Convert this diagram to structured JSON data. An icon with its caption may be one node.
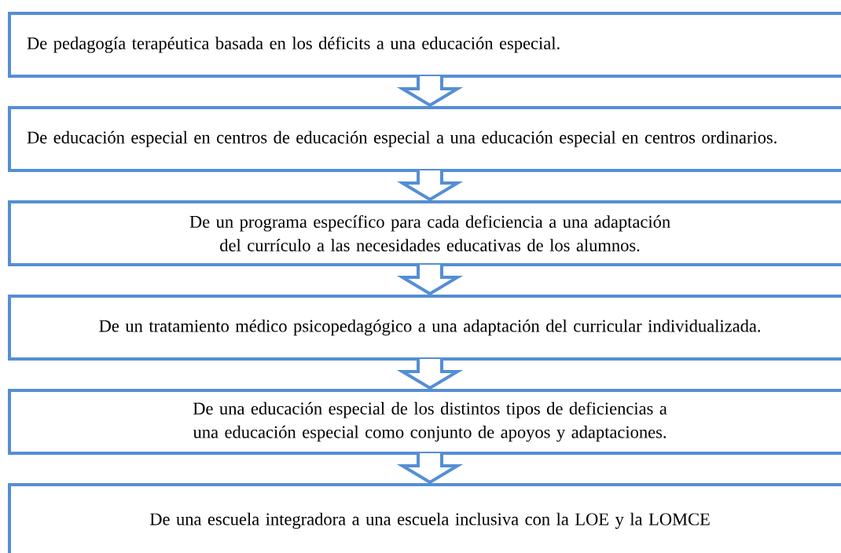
{
  "diagram": {
    "nodes": [
      {
        "text": [
          "De pedagogía terapéutica basada en los déficits a una educación especial."
        ]
      },
      {
        "text": [
          "De educación especial en centros de educación especial a una educación especial en centros ordinarios."
        ]
      },
      {
        "text": [
          "De un programa específico para cada deficiencia a una adaptación del currículo a las necesidades educativas de los alumnos."
        ]
      },
      {
        "text": [
          "De un tratamiento médico psicopedagógico a una adaptación del curricular individualizada."
        ]
      },
      {
        "text": [
          "De una educación especial de los distintos tipos de deficiencias a una educación especial como conjunto de apoyos y adaptaciones."
        ]
      },
      {
        "text": [
          "De una escuela integradora a una escuela inclusiva con la LOE y la LOMCE"
        ]
      }
    ],
    "edges": [
      {
        "from": 0,
        "to": 1,
        "arrow": "to"
      },
      {
        "from": 1,
        "to": 2,
        "arrow": "to"
      },
      {
        "from": 2,
        "to": 3,
        "arrow": "to"
      },
      {
        "from": 3,
        "to": 4,
        "arrow": "to"
      },
      {
        "from": 4,
        "to": 5,
        "arrow": "to"
      }
    ]
  }
}
